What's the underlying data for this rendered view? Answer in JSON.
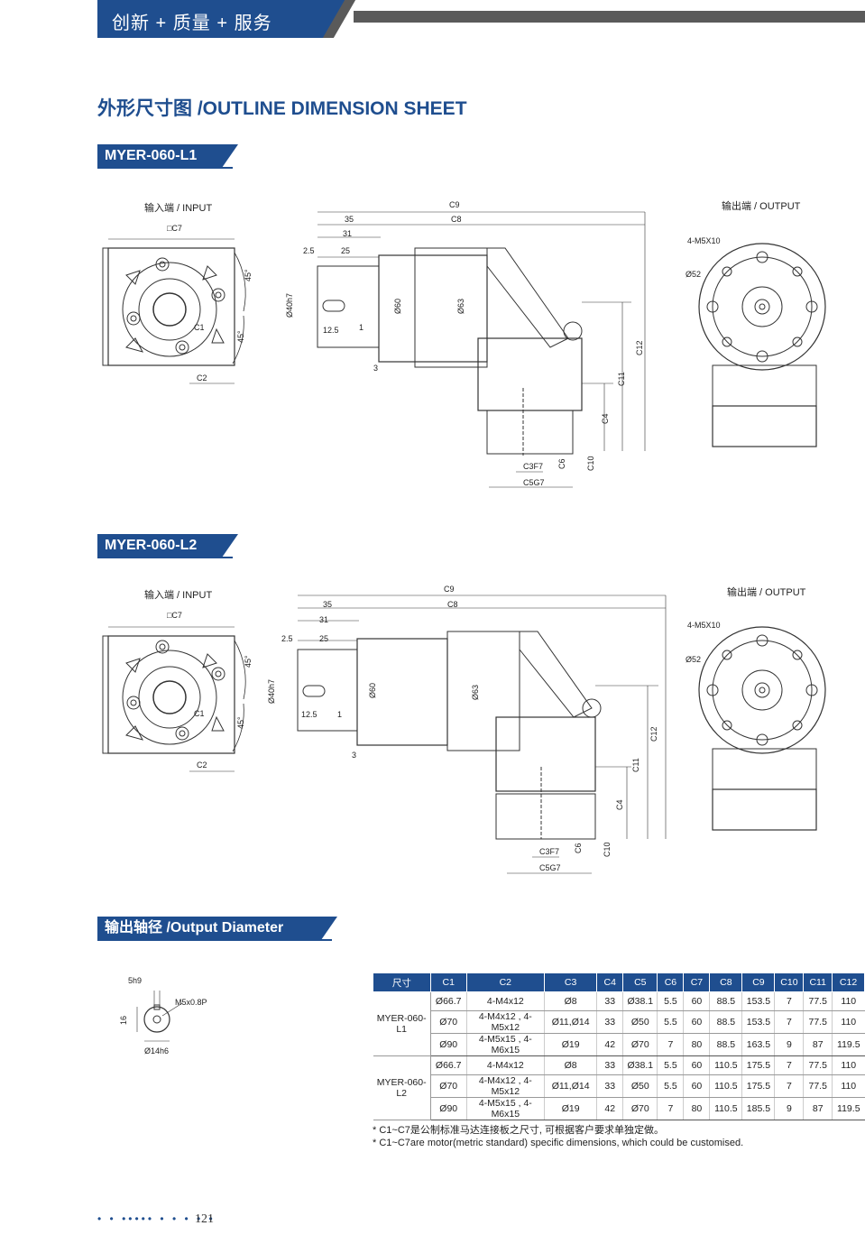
{
  "header": {
    "slogan": "创新 + 质量 + 服务"
  },
  "page_title": "外形尺寸图 /OUTLINE DIMENSION SHEET",
  "sections": [
    {
      "model": "MYER-060-L1",
      "input_label": "输入端 / INPUT",
      "output_label": "输出端 / OUTPUT",
      "labels": {
        "c7": "□C7",
        "c2": "C2",
        "c9": "C9",
        "c8": "C8",
        "d35": "35",
        "d31": "31",
        "d25": "25",
        "d2_5": "2.5",
        "d12_5": "12.5",
        "d1": "1",
        "d3": "3",
        "d40": "Ø40h7",
        "d60": "Ø60",
        "d63": "Ø63",
        "c11": "C11",
        "c12": "C12",
        "c4": "C4",
        "c6": "C6",
        "c10": "C10",
        "c3": "C3F7",
        "c5": "C5G7",
        "m5": "4-M5X10",
        "d52": "Ø52",
        "a45a": "45°",
        "a45b": "45°",
        "c1": "C1"
      }
    },
    {
      "model": "MYER-060-L2",
      "input_label": "输入端 / INPUT",
      "output_label": "输出端 / OUTPUT",
      "labels": {
        "c7": "□C7",
        "c2": "C2",
        "c9": "C9",
        "c8": "C8",
        "d35": "35",
        "d31": "31",
        "d25": "25",
        "d2_5": "2.5",
        "d12_5": "12.5",
        "d1": "1",
        "d3": "3",
        "d40": "Ø40h7",
        "d60": "Ø60",
        "d63": "Ø63",
        "c11": "C11",
        "c12": "C12",
        "c4": "C4",
        "c6": "C6",
        "c10": "C10",
        "c3": "C3F7",
        "c5": "C5G7",
        "m5": "4-M5X10",
        "d52": "Ø52",
        "a45a": "45°",
        "a45b": "45°",
        "c1": "C1"
      }
    }
  ],
  "output_diameter": {
    "heading": "输出轴径 /Output Diameter",
    "labels": {
      "key": "5h9",
      "thread": "M5x0.8P",
      "height": "16",
      "dia": "Ø14h6"
    }
  },
  "table": {
    "headers": [
      "尺寸",
      "C1",
      "C2",
      "C3",
      "C4",
      "C5",
      "C6",
      "C7",
      "C8",
      "C9",
      "C10",
      "C11",
      "C12"
    ],
    "groups": [
      {
        "model": "MYER-060-L1",
        "rows": [
          [
            "Ø66.7",
            "4-M4x12",
            "Ø8",
            "33",
            "Ø38.1",
            "5.5",
            "60",
            "88.5",
            "153.5",
            "7",
            "77.5",
            "110"
          ],
          [
            "Ø70",
            "4-M4x12 , 4-M5x12",
            "Ø11,Ø14",
            "33",
            "Ø50",
            "5.5",
            "60",
            "88.5",
            "153.5",
            "7",
            "77.5",
            "110"
          ],
          [
            "Ø90",
            "4-M5x15 , 4-M6x15",
            "Ø19",
            "42",
            "Ø70",
            "7",
            "80",
            "88.5",
            "163.5",
            "9",
            "87",
            "119.5"
          ]
        ]
      },
      {
        "model": "MYER-060-L2",
        "rows": [
          [
            "Ø66.7",
            "4-M4x12",
            "Ø8",
            "33",
            "Ø38.1",
            "5.5",
            "60",
            "110.5",
            "175.5",
            "7",
            "77.5",
            "110"
          ],
          [
            "Ø70",
            "4-M4x12 , 4-M5x12",
            "Ø11,Ø14",
            "33",
            "Ø50",
            "5.5",
            "60",
            "110.5",
            "175.5",
            "7",
            "77.5",
            "110"
          ],
          [
            "Ø90",
            "4-M5x15 , 4-M6x15",
            "Ø19",
            "42",
            "Ø70",
            "7",
            "80",
            "110.5",
            "185.5",
            "9",
            "87",
            "119.5"
          ]
        ]
      }
    ]
  },
  "notes": [
    "* C1~C7是公制标准马达连接板之尺寸, 可根据客户要求单独定做。",
    "* C1~C7are motor(metric standard)  specific dimensions, which could be customised."
  ],
  "footer": {
    "dots": "• • ••••• • • • • •",
    "page": "121"
  },
  "colors": {
    "brand": "#1f4e8f",
    "header_bar": "#5a5a5a"
  }
}
